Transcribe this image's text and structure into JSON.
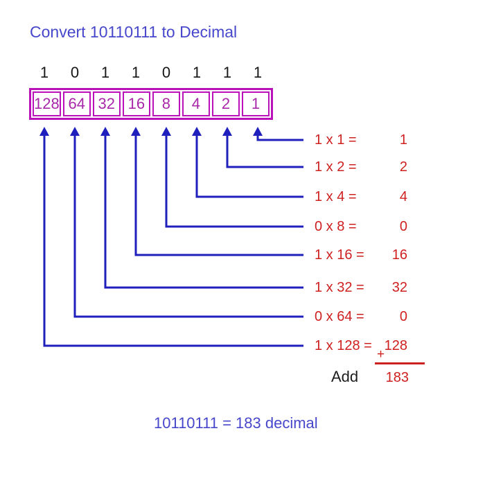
{
  "title": "Convert 10110111 to Decimal",
  "binary_digits": [
    "1",
    "0",
    "1",
    "1",
    "0",
    "1",
    "1",
    "1"
  ],
  "place_values": [
    "128",
    "64",
    "32",
    "16",
    "8",
    "4",
    "2",
    "1"
  ],
  "product_rows": [
    {
      "expression": "1 x 1 =",
      "result": "1"
    },
    {
      "expression": "1 x 2 =",
      "result": "2"
    },
    {
      "expression": "1 x 4 =",
      "result": "4"
    },
    {
      "expression": "0 x 8 =",
      "result": "0"
    },
    {
      "expression": "1 x 16 =",
      "result": "16"
    },
    {
      "expression": "1 x 32 =",
      "result": "32"
    },
    {
      "expression": "0 x 64 =",
      "result": "0"
    },
    {
      "expression": "1 x 128 =",
      "result": "128"
    }
  ],
  "sum": {
    "plus_sign": "+",
    "add_label": "Add",
    "total": "183"
  },
  "footer": "10110111 = 183 decimal",
  "colors": {
    "title_blue": "#4747cc",
    "arrow_blue": "#1f1fbe",
    "magenta": "#bb11bb",
    "cell_text": "#a827a8",
    "red": "#cf2020"
  }
}
